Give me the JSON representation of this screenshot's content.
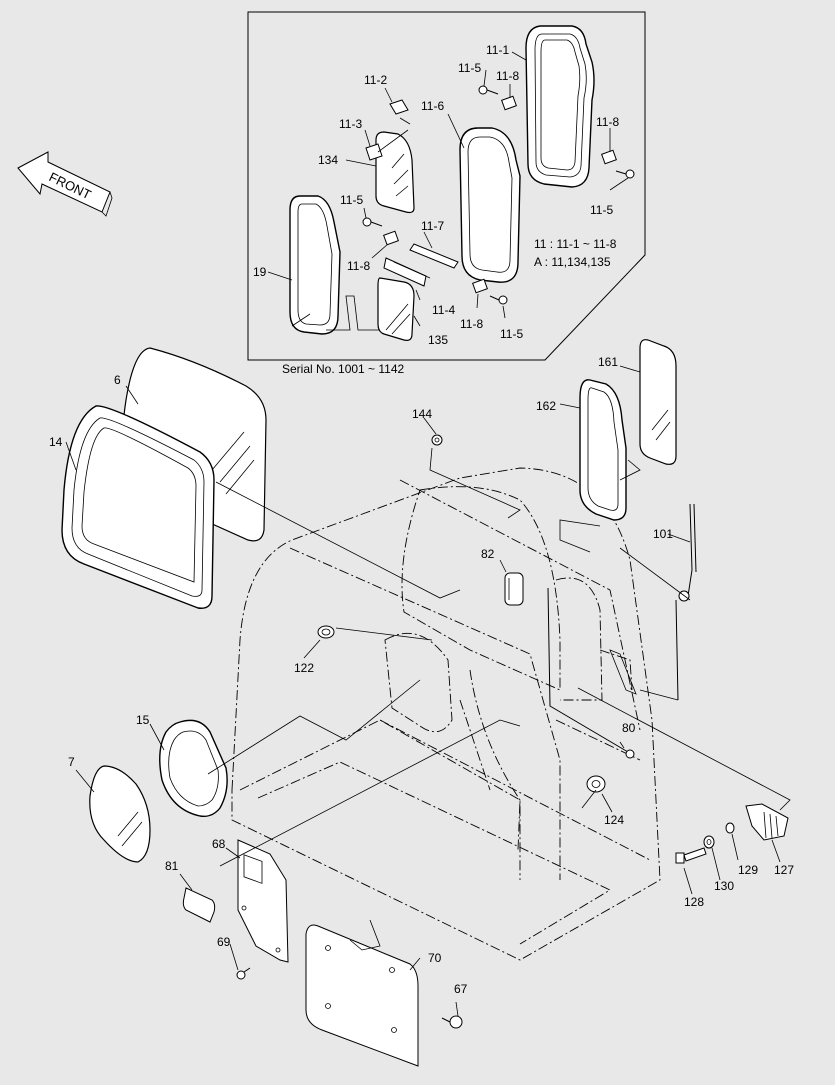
{
  "inset": {
    "caption": "Serial No. 1001 ~ 1142",
    "note_line1": "11 : 11-1 ~ 11-8",
    "note_line2": "A : 11,134,135"
  },
  "front_label": "FRONT",
  "labels": [
    {
      "id": "l-11-1",
      "text": "11-1"
    },
    {
      "id": "l-11-5a",
      "text": "11-5"
    },
    {
      "id": "l-11-8a",
      "text": "11-8"
    },
    {
      "id": "l-11-2",
      "text": "11-2"
    },
    {
      "id": "l-11-6",
      "text": "11-6"
    },
    {
      "id": "l-11-3",
      "text": "11-3"
    },
    {
      "id": "l-11-8b",
      "text": "11-8"
    },
    {
      "id": "l-134",
      "text": "134"
    },
    {
      "id": "l-11-5b",
      "text": "11-5"
    },
    {
      "id": "l-11-5c",
      "text": "11-5"
    },
    {
      "id": "l-11-7",
      "text": "11-7"
    },
    {
      "id": "l-19",
      "text": "19"
    },
    {
      "id": "l-11-8c",
      "text": "11-8"
    },
    {
      "id": "l-11-4",
      "text": "11-4"
    },
    {
      "id": "l-11-8d",
      "text": "11-8"
    },
    {
      "id": "l-11-5d",
      "text": "11-5"
    },
    {
      "id": "l-135",
      "text": "135"
    },
    {
      "id": "l-161",
      "text": "161"
    },
    {
      "id": "l-6",
      "text": "6"
    },
    {
      "id": "l-162",
      "text": "162"
    },
    {
      "id": "l-144",
      "text": "144"
    },
    {
      "id": "l-14",
      "text": "14"
    },
    {
      "id": "l-101",
      "text": "101"
    },
    {
      "id": "l-82",
      "text": "82"
    },
    {
      "id": "l-122",
      "text": "122"
    },
    {
      "id": "l-15",
      "text": "15"
    },
    {
      "id": "l-80",
      "text": "80"
    },
    {
      "id": "l-7",
      "text": "7"
    },
    {
      "id": "l-124",
      "text": "124"
    },
    {
      "id": "l-68",
      "text": "68"
    },
    {
      "id": "l-81",
      "text": "81"
    },
    {
      "id": "l-129",
      "text": "129"
    },
    {
      "id": "l-127",
      "text": "127"
    },
    {
      "id": "l-130",
      "text": "130"
    },
    {
      "id": "l-128",
      "text": "128"
    },
    {
      "id": "l-69",
      "text": "69"
    },
    {
      "id": "l-70",
      "text": "70"
    },
    {
      "id": "l-67",
      "text": "67"
    }
  ]
}
